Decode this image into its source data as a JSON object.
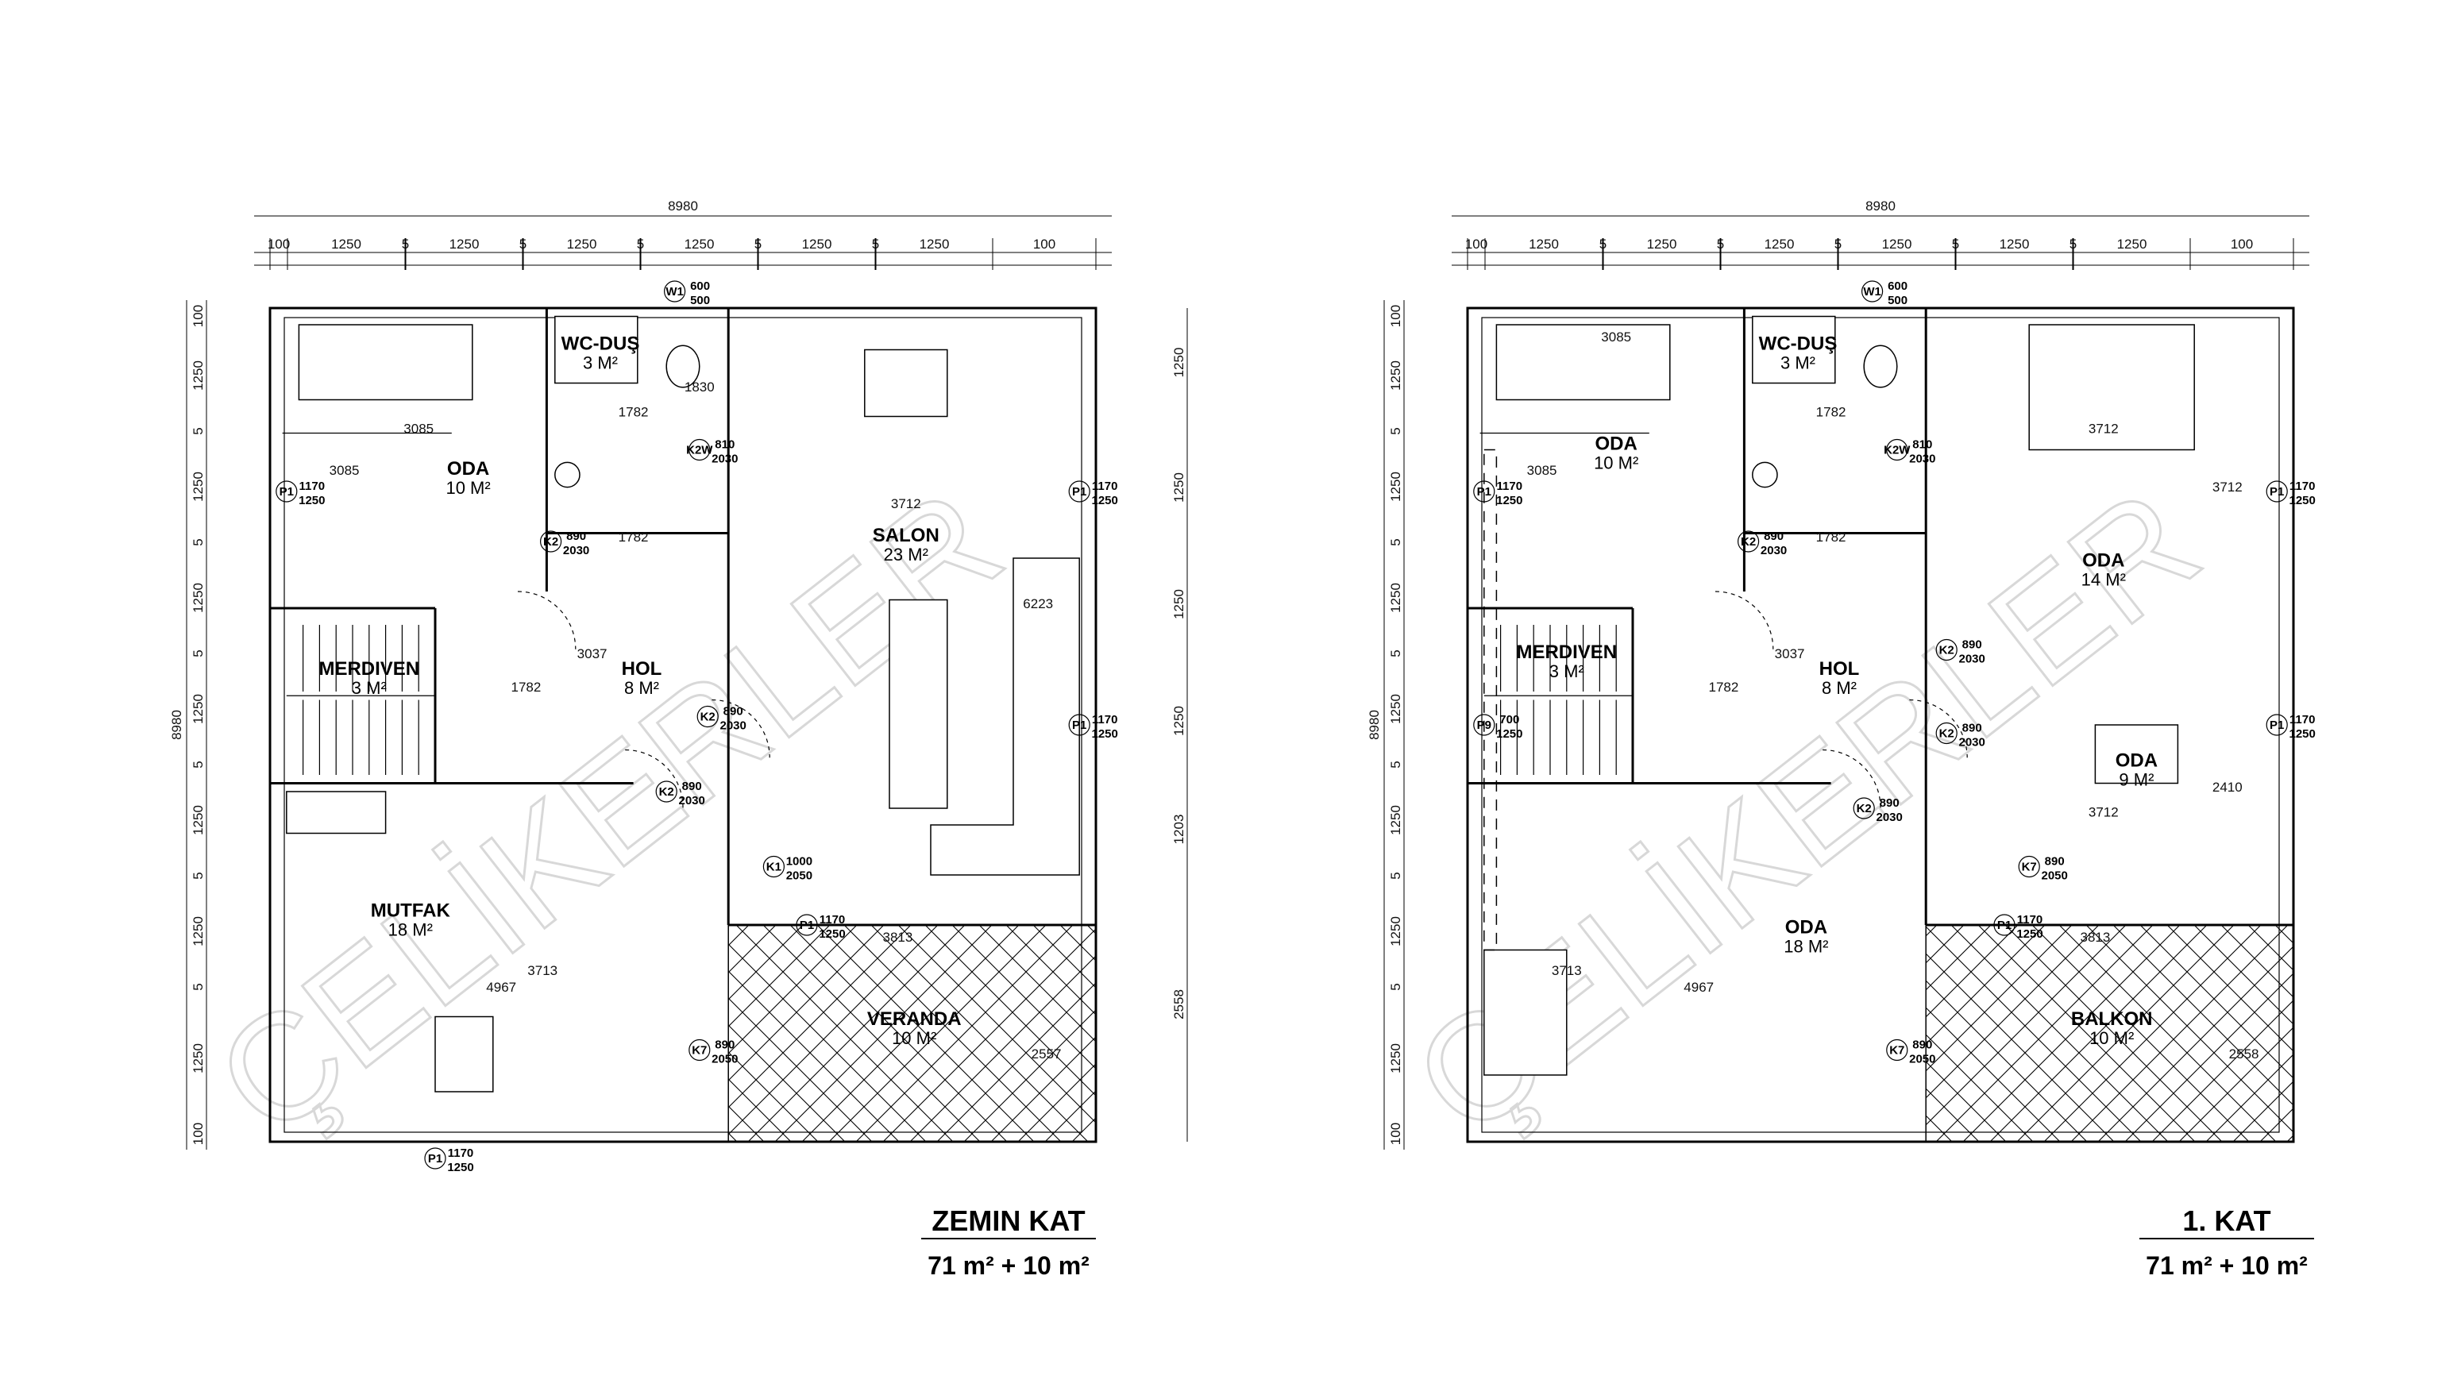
{
  "watermark": "ÇELİKERLER",
  "plans": [
    {
      "title": "ZEMIN KAT",
      "area": "71 m² + 10 m²",
      "total_dim": "8980",
      "top_dims": [
        "100",
        "1250",
        "5",
        "1250",
        "5",
        "1250",
        "5",
        "1250",
        "5",
        "1250",
        "5",
        "1250",
        "100"
      ],
      "side_dims": [
        "100",
        "1250",
        "5",
        "1250",
        "5",
        "1250",
        "5",
        "1250",
        "5",
        "1250",
        "5",
        "1250",
        "5",
        "1250",
        "100"
      ],
      "right_dims": [
        "1250",
        "1250",
        "1250",
        "1250",
        "1203",
        "2558"
      ],
      "rooms": [
        {
          "name": "ODA",
          "area": "10 M²"
        },
        {
          "name": "WC-DUŞ",
          "area": "3 M²"
        },
        {
          "name": "SALON",
          "area": "23 M²"
        },
        {
          "name": "MERDIVEN",
          "area": "3 M²"
        },
        {
          "name": "HOL",
          "area": "8 M²"
        },
        {
          "name": "MUTFAK",
          "area": "18 M²"
        },
        {
          "name": "VERANDA",
          "area": "10 M²"
        }
      ],
      "inner_dims": [
        "3085",
        "3085",
        "1782",
        "1782",
        "1830",
        "3712",
        "3037",
        "1782",
        "6223",
        "3713",
        "4967",
        "3813",
        "2557"
      ],
      "openings": [
        {
          "tag": "W1",
          "size": [
            "600",
            "500"
          ]
        },
        {
          "tag": "K2W",
          "size": [
            "810",
            "2030"
          ]
        },
        {
          "tag": "K2",
          "size": [
            "890",
            "2030"
          ]
        },
        {
          "tag": "K2",
          "size": [
            "890",
            "2030"
          ]
        },
        {
          "tag": "K2",
          "size": [
            "890",
            "2030"
          ]
        },
        {
          "tag": "K1",
          "size": [
            "1000",
            "2050"
          ]
        },
        {
          "tag": "K7",
          "size": [
            "890",
            "2050"
          ]
        },
        {
          "tag": "P1",
          "size": [
            "1170",
            "1250"
          ]
        },
        {
          "tag": "P1",
          "size": [
            "1170",
            "1250"
          ]
        },
        {
          "tag": "P1",
          "size": [
            "1170",
            "1250"
          ]
        },
        {
          "tag": "P1",
          "size": [
            "1170",
            "1250"
          ]
        },
        {
          "tag": "P1",
          "size": [
            "1170",
            "1250"
          ]
        }
      ]
    },
    {
      "title": "1. KAT",
      "area": "71 m² + 10 m²",
      "total_dim": "8980",
      "top_dims": [
        "100",
        "1250",
        "5",
        "1250",
        "5",
        "1250",
        "5",
        "1250",
        "5",
        "1250",
        "5",
        "1250",
        "100"
      ],
      "side_dims": [
        "100",
        "1250",
        "5",
        "1250",
        "5",
        "1250",
        "5",
        "1250",
        "5",
        "1250",
        "5",
        "1250",
        "5",
        "1250",
        "100"
      ],
      "rooms": [
        {
          "name": "ODA",
          "area": "10 M²"
        },
        {
          "name": "WC-DUŞ",
          "area": "3 M²"
        },
        {
          "name": "ODA",
          "area": "14 M²"
        },
        {
          "name": "MERDIVEN",
          "area": "3 M²"
        },
        {
          "name": "HOL",
          "area": "8 M²"
        },
        {
          "name": "ODA",
          "area": "9 M²"
        },
        {
          "name": "ODA",
          "area": "18 M²"
        },
        {
          "name": "BALKON",
          "area": "10 M²"
        }
      ],
      "inner_dims": [
        "3085",
        "3085",
        "1782",
        "1782",
        "3712",
        "3712",
        "3037",
        "1782",
        "3712",
        "2410",
        "3713",
        "4967",
        "3813",
        "2558"
      ],
      "openings": [
        {
          "tag": "W1",
          "size": [
            "600",
            "500"
          ]
        },
        {
          "tag": "K2W",
          "size": [
            "810",
            "2030"
          ]
        },
        {
          "tag": "K2",
          "size": [
            "890",
            "2030"
          ]
        },
        {
          "tag": "K2",
          "size": [
            "890",
            "2030"
          ]
        },
        {
          "tag": "K2",
          "size": [
            "890",
            "2030"
          ]
        },
        {
          "tag": "K2",
          "size": [
            "890",
            "2030"
          ]
        },
        {
          "tag": "K7",
          "size": [
            "890",
            "2050"
          ]
        },
        {
          "tag": "K7",
          "size": [
            "890",
            "2050"
          ]
        },
        {
          "tag": "P9",
          "size": [
            "700",
            "1250"
          ]
        },
        {
          "tag": "P1",
          "size": [
            "1170",
            "1250"
          ]
        },
        {
          "tag": "P1",
          "size": [
            "1170",
            "1250"
          ]
        },
        {
          "tag": "P1",
          "size": [
            "1170",
            "1250"
          ]
        },
        {
          "tag": "P1",
          "size": [
            "1170",
            "1250"
          ]
        }
      ]
    }
  ]
}
